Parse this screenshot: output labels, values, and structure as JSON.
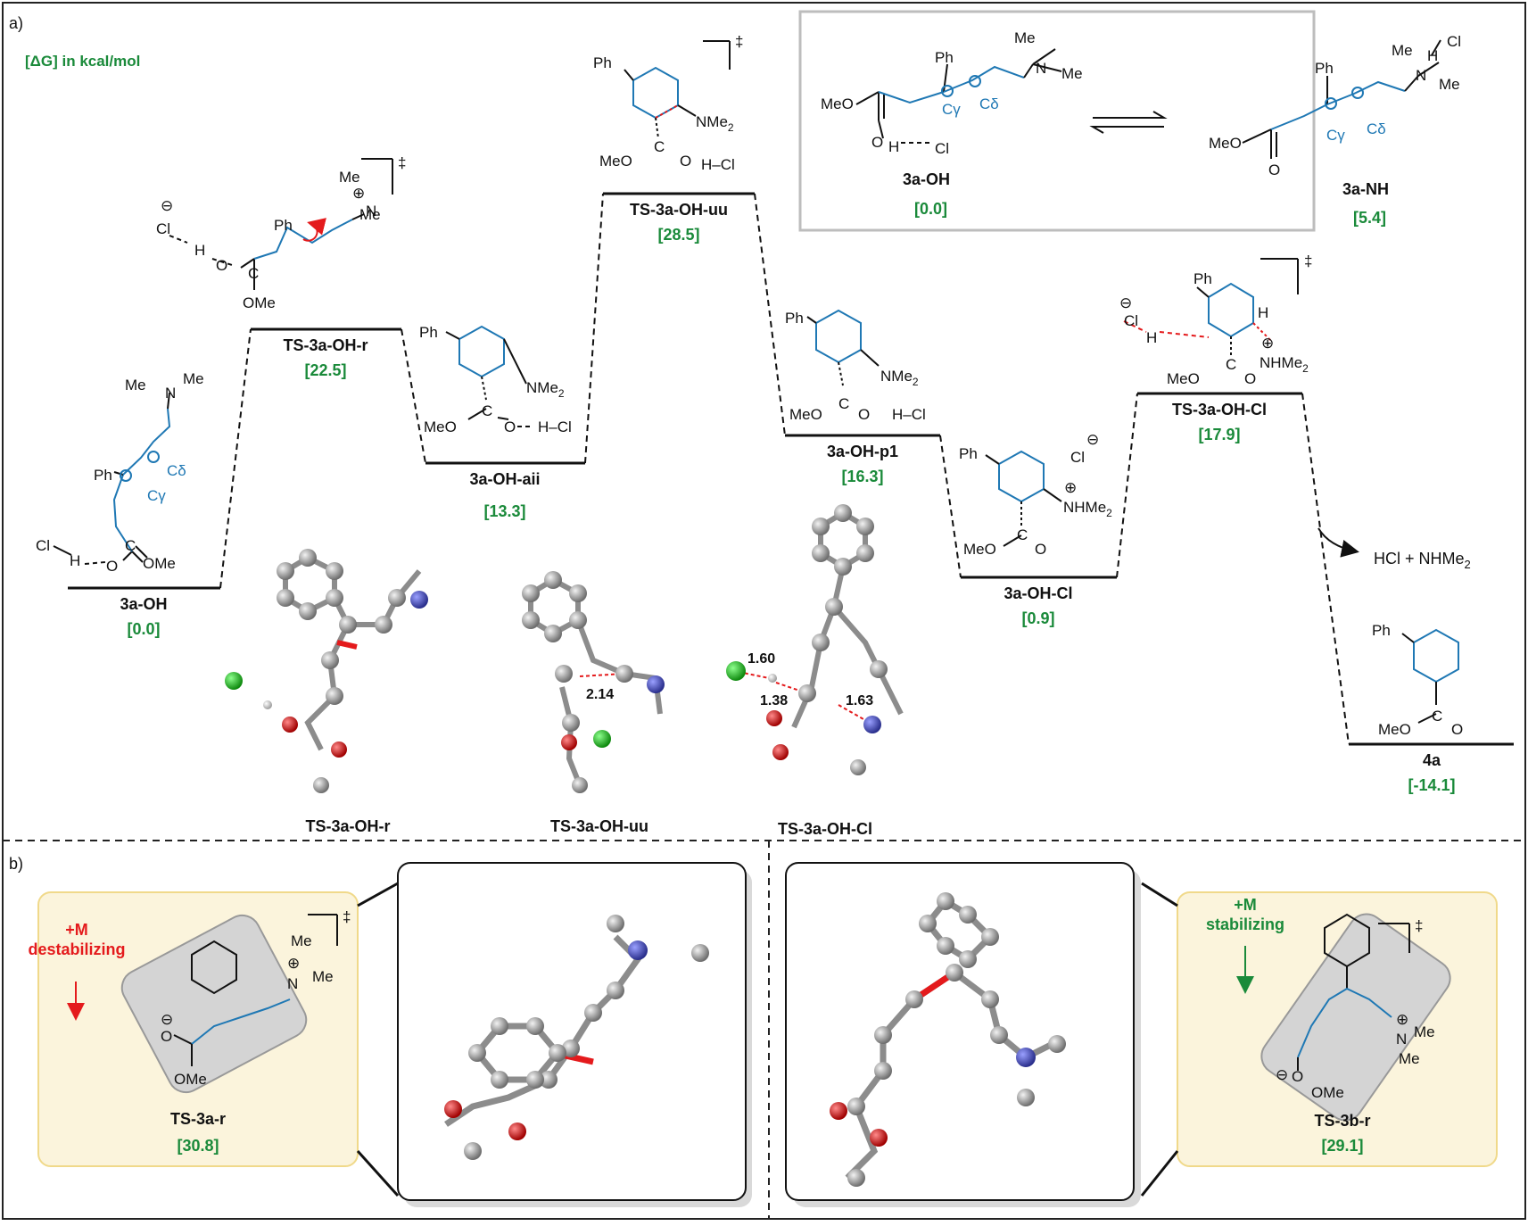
{
  "panels": {
    "a": "a)",
    "b": "b)"
  },
  "units_note": "[ΔG] in kcal/mol",
  "colors": {
    "energy_value": "#1a8a3a",
    "bond_blue": "#1f78b4",
    "highlight_red": "#e41a1c",
    "box_fill": "#fbf4dc",
    "box_border": "#f0d98a"
  },
  "states": [
    {
      "name": "3a-OH",
      "value": "[0.0]"
    },
    {
      "name": "TS-3a-OH-r",
      "value": "[22.5]"
    },
    {
      "name": "3a-OH-aii",
      "value": "[13.3]"
    },
    {
      "name": "TS-3a-OH-uu",
      "value": "[28.5]"
    },
    {
      "name": "3a-OH-p1",
      "value": "[16.3]"
    },
    {
      "name": "3a-OH-Cl",
      "value": "[0.9]"
    },
    {
      "name": "TS-3a-OH-Cl",
      "value": "[17.9]"
    },
    {
      "name": "4a",
      "value": "[-14.1]"
    }
  ],
  "equilibrium_box": {
    "left": {
      "name": "3a-OH",
      "value": "[0.0]"
    },
    "right": {
      "name": "3a-NH",
      "value": "[5.4]"
    }
  },
  "byproduct": "HCl + NHMe",
  "byproduct_sub": "2",
  "geometry_labels": [
    "TS-3a-OH-r",
    "TS-3a-OH-uu",
    "TS-3a-OH-Cl"
  ],
  "distances": [
    "2.14",
    "1.60",
    "1.38",
    "1.63"
  ],
  "chem": {
    "ph": "Ph",
    "me": "Me",
    "nme": "NMe",
    "nme_sub": "2",
    "nhme": "NHMe",
    "meo": "MeO",
    "ome": "OMe",
    "cl": "Cl",
    "h": "H",
    "o": "O",
    "c": "C",
    "n": "N",
    "hcl": "H–Cl",
    "dagger": "‡",
    "cg": "Cγ",
    "cd": "Cδ",
    "minus": "⊖",
    "plus": "⊕"
  },
  "panel_b": {
    "left": {
      "effect_top": "+M",
      "effect_bottom": "destabilizing",
      "name": "TS-3a-r",
      "value": "[30.8]"
    },
    "right": {
      "effect_top": "+M",
      "effect_bottom": "stabilizing",
      "name": "TS-3b-r",
      "value": "[29.1]"
    }
  }
}
